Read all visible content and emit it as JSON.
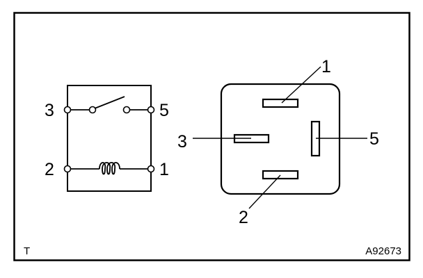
{
  "schematic": {
    "terminals": {
      "t3": "3",
      "t5": "5",
      "t2": "2",
      "t1": "1"
    },
    "coil_symbol": "coil-icon",
    "switch_symbol": "open-switch-icon"
  },
  "connector": {
    "pins": {
      "p1": "1",
      "p3": "3",
      "p5": "5",
      "p2": "2"
    }
  },
  "footer": {
    "left_code": "T",
    "figure_id": "A92673"
  }
}
